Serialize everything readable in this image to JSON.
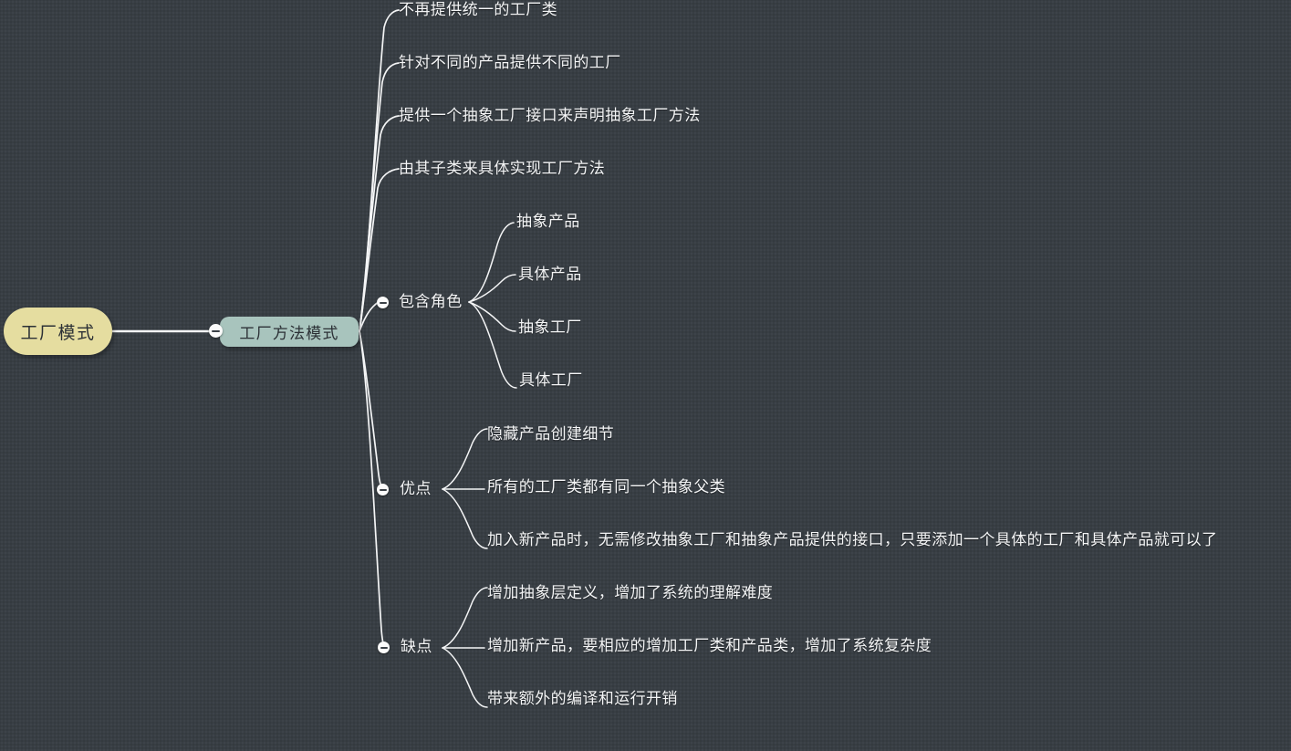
{
  "app": {
    "background_color": "#383e44",
    "line_color": "#f4f5f6",
    "text_color": "#f4f5f6"
  },
  "mindmap": {
    "root": {
      "label": "工厂模式",
      "fill_color": "#e5dda0",
      "text_color": "#2c3136"
    },
    "level1": {
      "label": "工厂方法模式",
      "fill_color": "#a8c4bd",
      "text_color": "#2c3136",
      "toggle": "collapse-minus"
    },
    "branches": [
      {
        "label": "不再提供统一的工厂类"
      },
      {
        "label": "针对不同的产品提供不同的工厂"
      },
      {
        "label": "提供一个抽象工厂接口来声明抽象工厂方法"
      },
      {
        "label": "由其子类来具体实现工厂方法"
      },
      {
        "label": "包含角色",
        "toggle": "collapse-minus",
        "children": [
          {
            "label": "抽象产品"
          },
          {
            "label": "具体产品"
          },
          {
            "label": "抽象工厂"
          },
          {
            "label": "具体工厂"
          }
        ]
      },
      {
        "label": "优点",
        "toggle": "collapse-minus",
        "children": [
          {
            "label": "隐藏产品创建细节"
          },
          {
            "label": "所有的工厂类都有同一个抽象父类"
          },
          {
            "label": "加入新产品时，无需修改抽象工厂和抽象产品提供的接口，只要添加一个具体的工厂和具体产品就可以了"
          }
        ]
      },
      {
        "label": "缺点",
        "toggle": "collapse-minus",
        "children": [
          {
            "label": "增加抽象层定义，增加了系统的理解难度"
          },
          {
            "label": "增加新产品，要相应的增加工厂类和产品类，增加了系统复杂度"
          },
          {
            "label": "带来额外的编译和运行开销"
          }
        ]
      }
    ]
  }
}
